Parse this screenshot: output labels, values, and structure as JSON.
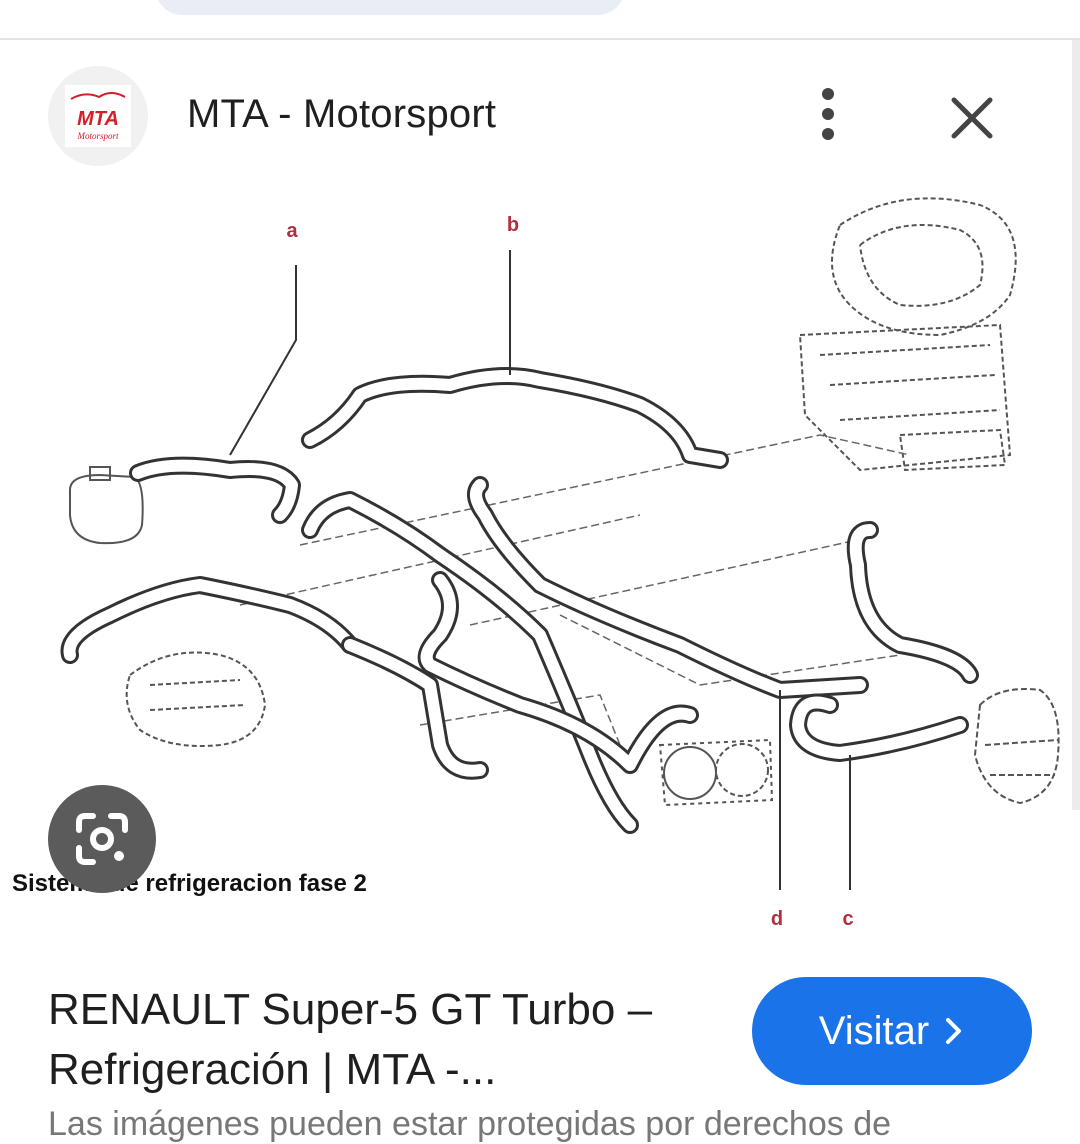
{
  "source": {
    "name": "MTA - Motorsport",
    "logo_text": "MTA",
    "logo_subtext": "Motorsport"
  },
  "icons": {
    "more": "more-vertical-icon",
    "close": "close-icon",
    "lens": "google-lens-icon",
    "visit_chevron": "chevron-right-icon"
  },
  "figure": {
    "caption": "Sistema de refrigeracion fase 2",
    "callouts": [
      "a",
      "b",
      "c",
      "d"
    ]
  },
  "result": {
    "title_line1": "RENAULT Super-5 GT Turbo –",
    "title_line2": "Refrigeración | MTA -...",
    "visit_label": "Visitar",
    "notice": "Las imágenes pueden estar protegidas por derechos de"
  },
  "colors": {
    "accent": "#1a73e8",
    "callout": "#b03040",
    "logo_red": "#d0202a"
  }
}
